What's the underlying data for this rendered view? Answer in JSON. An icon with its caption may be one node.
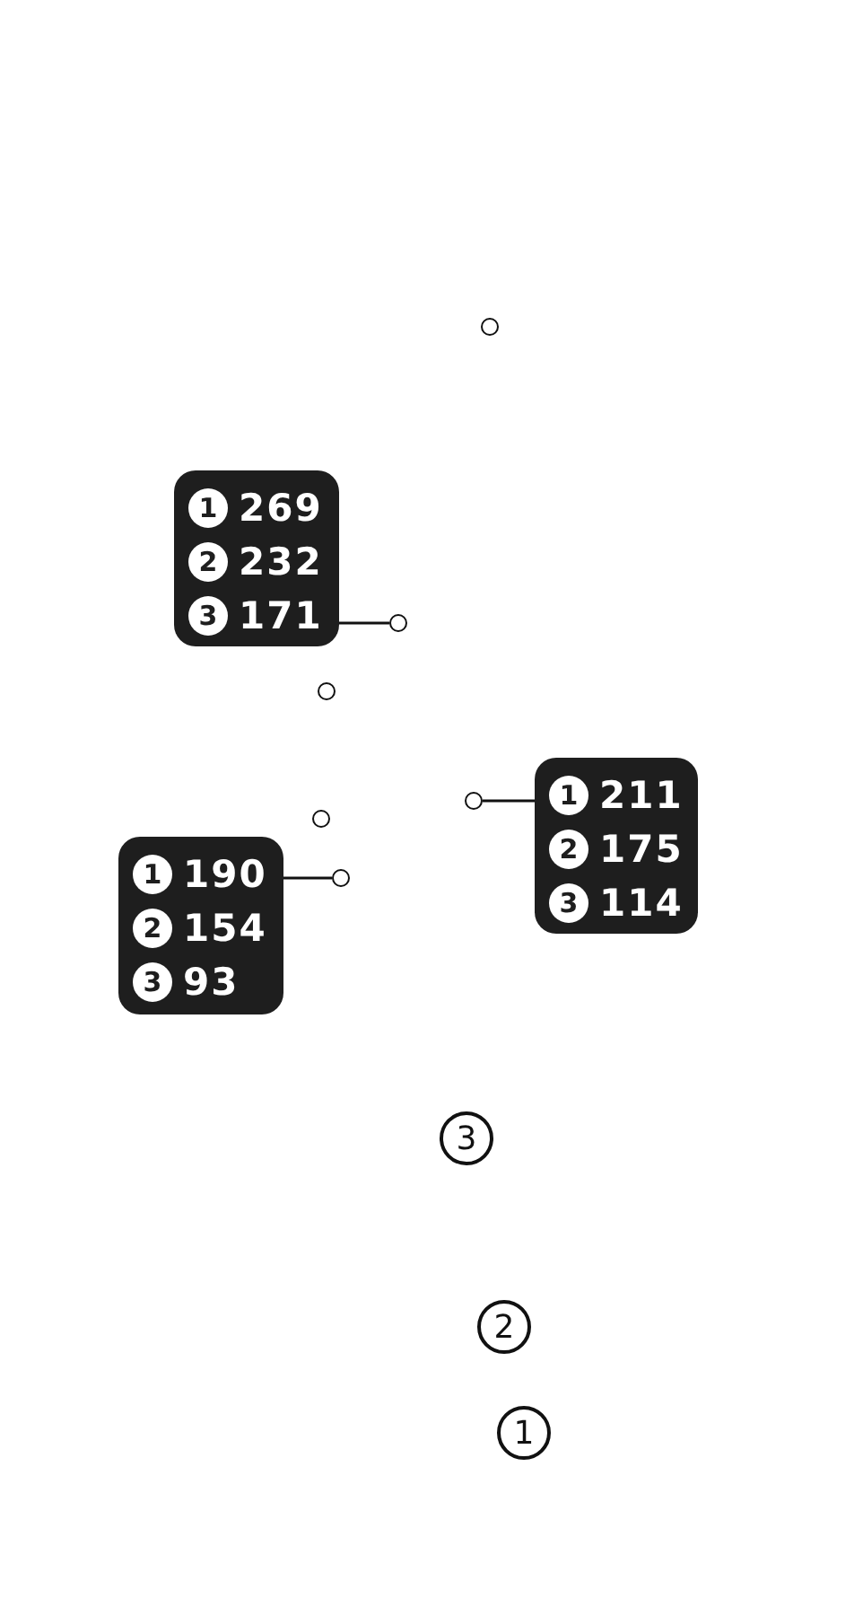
{
  "diagram": {
    "nodes": [
      {
        "text": [],
        "shape": "circle"
      },
      {
        "text": [
          "1",
          "269",
          "2",
          "232",
          "3",
          "171"
        ]
      },
      {
        "text": [],
        "shape": "circle"
      },
      {
        "text": [],
        "shape": "circle"
      },
      {
        "text": [
          "1",
          "211",
          "2",
          "175",
          "3",
          "114"
        ]
      },
      {
        "text": [],
        "shape": "circle"
      },
      {
        "text": [],
        "shape": "circle"
      },
      {
        "text": [
          "1",
          "190",
          "2",
          "154",
          "3",
          "93"
        ]
      },
      {
        "text": [],
        "shape": "circle"
      }
    ],
    "edges": [
      {
        "from": 1,
        "to": 2,
        "arrow": "none"
      },
      {
        "from": 4,
        "to": 5,
        "arrow": "none"
      },
      {
        "from": 7,
        "to": 8,
        "arrow": "none"
      }
    ],
    "labels": [
      "3",
      "2",
      "1"
    ]
  }
}
